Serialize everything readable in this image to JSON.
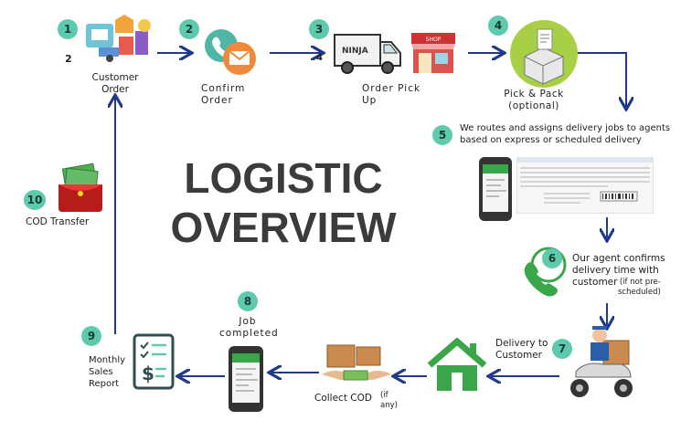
{
  "title": {
    "line1": "LOGISTIC",
    "line2": "OVERVIEW"
  },
  "steps": [
    {
      "num": "1",
      "label": "Customer\nOrder"
    },
    {
      "num": "2",
      "label": "Confirm\nOrder"
    },
    {
      "num": "3",
      "label": "Order Pick\nUp"
    },
    {
      "num": "4",
      "label": "Pick & Pack\n(optional)"
    },
    {
      "num": "5",
      "label": "We routes and assigns delivery jobs to agents\nbased on express or scheduled delivery"
    },
    {
      "num": "6",
      "label": "Our agent  confirms\ndelivery  time with\ncustomer",
      "note": "(if not pre-\nscheduled)"
    },
    {
      "num": "7",
      "label": "Delivery to\nCustomer"
    },
    {
      "num": "8",
      "label": "Job\ncompleted"
    },
    {
      "num": "9",
      "label": "Monthly\nSales\nReport"
    },
    {
      "num": "10",
      "label": "COD Transfer"
    }
  ],
  "collect": {
    "label": "Collect COD",
    "note": "(if\nany)"
  },
  "stray": {
    "a": "2",
    "b": "4"
  },
  "van_text": "NINJA",
  "shop_text": "SHOP",
  "colors": {
    "badge": "#5dc9ad",
    "arrow": "#1f3a8a",
    "house": "#3aa64a"
  }
}
